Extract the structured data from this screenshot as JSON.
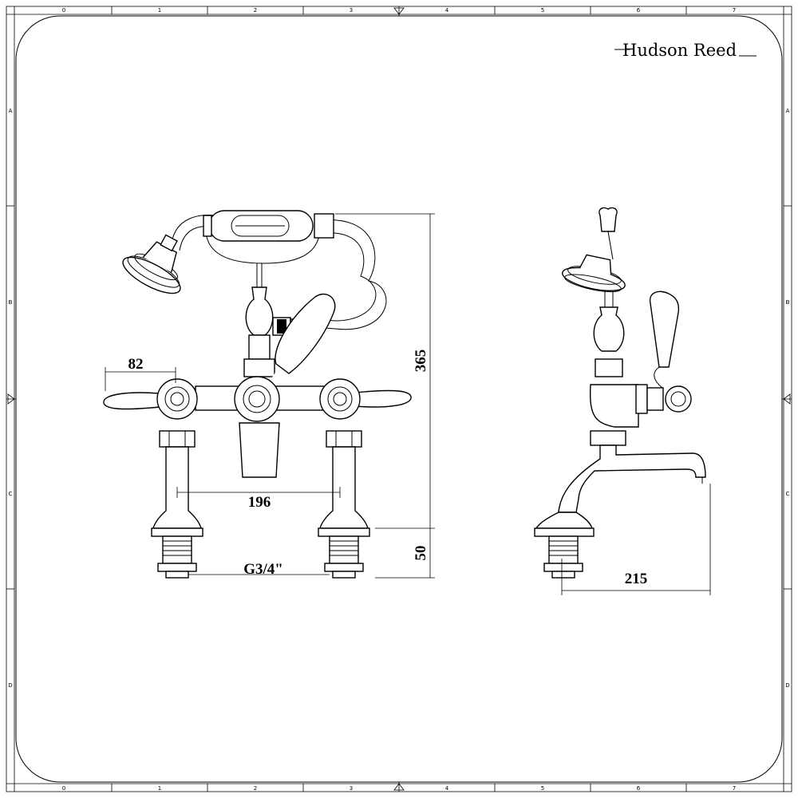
{
  "brand": {
    "name": "Hudson Reed"
  },
  "ruler": {
    "columns": [
      "0",
      "1",
      "2",
      "3",
      "4",
      "5",
      "6",
      "7"
    ],
    "rows": [
      "A",
      "B",
      "C",
      "D"
    ]
  },
  "dimensions": {
    "lever_reach": "82",
    "overall_height": "365",
    "centres": "196",
    "thread": "G3/4\"",
    "tail_length": "50",
    "spout_projection": "215"
  }
}
